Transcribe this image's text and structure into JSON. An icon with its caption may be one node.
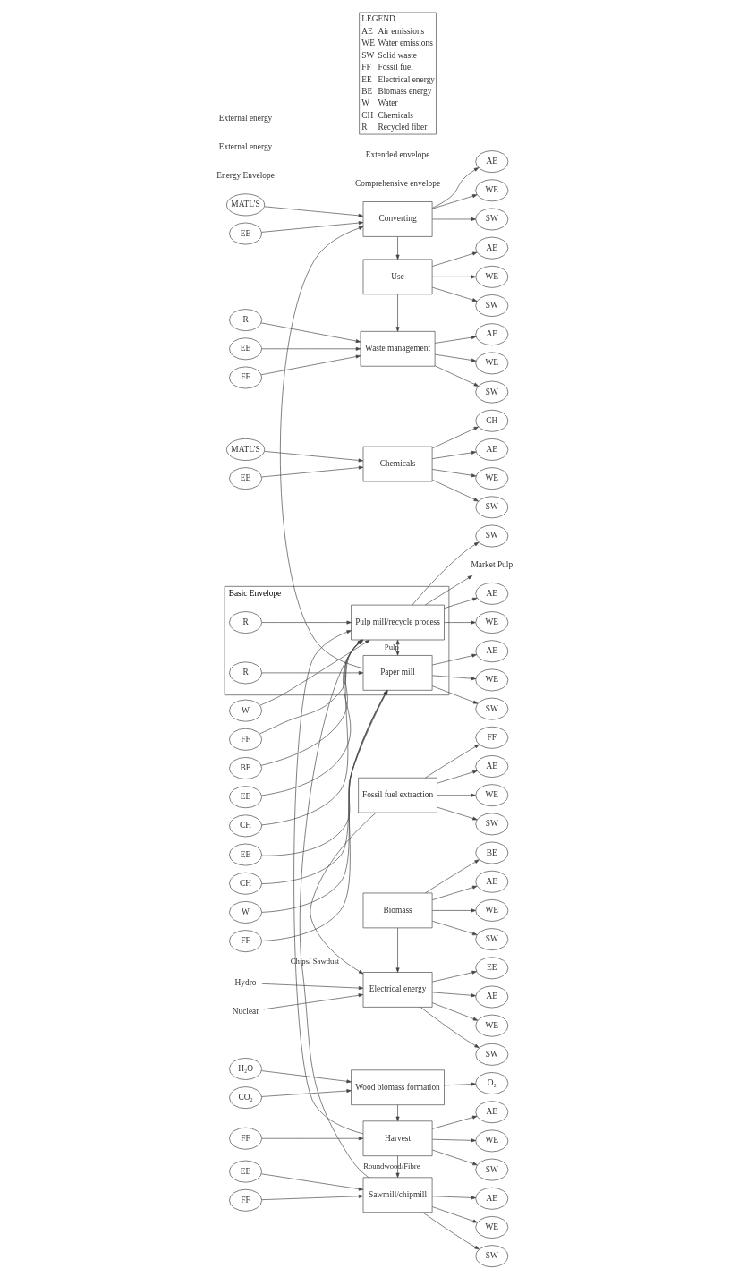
{
  "diagram": {
    "nodes": [
      {
        "text": [
          "CO₂"
        ]
      },
      {
        "text": [
          "H₂O"
        ]
      },
      {
        "text": [
          "Wood biomass formation"
        ]
      },
      {
        "text": [
          "O₂"
        ]
      },
      {
        "text": [
          "FF"
        ]
      },
      {
        "text": [
          "Harvest"
        ]
      },
      {
        "text": [
          "AE"
        ]
      },
      {
        "text": [
          "WE"
        ]
      },
      {
        "text": [
          "SW"
        ]
      },
      {
        "text": [
          "Fossil fuel extraction"
        ]
      },
      {
        "text": [
          "AE"
        ]
      },
      {
        "text": [
          "WE"
        ]
      },
      {
        "text": [
          "SW"
        ]
      },
      {
        "text": [
          "FF"
        ]
      },
      {
        "text": [
          "FF"
        ]
      },
      {
        "text": [
          "EE"
        ]
      },
      {
        "text": [
          "Sawmill/chipmill"
        ]
      },
      {
        "text": [
          "AE"
        ]
      },
      {
        "text": [
          "WE"
        ]
      },
      {
        "text": [
          "SW"
        ]
      },
      {
        "text": [
          "Nuclear"
        ]
      },
      {
        "text": [
          "Hydro"
        ]
      },
      {
        "text": [
          "Electrical energy"
        ]
      },
      {
        "text": [
          "AE"
        ]
      },
      {
        "text": [
          "WE"
        ]
      },
      {
        "text": [
          "SW"
        ]
      },
      {
        "text": [
          "EE"
        ]
      },
      {
        "text": [
          "Basic Envelope"
        ]
      },
      {
        "text": [
          "R"
        ],
        "in": 27
      },
      {
        "text": [
          "W"
        ]
      },
      {
        "text": [
          "FF"
        ]
      },
      {
        "text": [
          "BE"
        ]
      },
      {
        "text": [
          "EE"
        ]
      },
      {
        "text": [
          "CH"
        ]
      },
      {
        "text": [
          "Pulp mill/recycle process"
        ],
        "in": 27
      },
      {
        "text": [
          "AE"
        ]
      },
      {
        "text": [
          "WE"
        ]
      },
      {
        "text": [
          "SW"
        ]
      },
      {
        "text": [
          "Biomass"
        ]
      },
      {
        "text": [
          "AE"
        ]
      },
      {
        "text": [
          "WE"
        ]
      },
      {
        "text": [
          "SW"
        ]
      },
      {
        "text": [
          "BE"
        ]
      },
      {
        "text": [
          "R"
        ],
        "in": 27
      },
      {
        "text": [
          "Market Pulp"
        ]
      },
      {
        "text": [
          "FF"
        ]
      },
      {
        "text": [
          "EE"
        ]
      },
      {
        "text": [
          "CH"
        ]
      },
      {
        "text": [
          "W"
        ]
      },
      {
        "text": [
          "Paper mill"
        ],
        "in": 27
      },
      {
        "text": [
          "AE"
        ]
      },
      {
        "text": [
          "WE"
        ]
      },
      {
        "text": [
          "SW"
        ]
      },
      {
        "text": [
          "EE"
        ]
      },
      {
        "text": [
          "MATL'S"
        ]
      },
      {
        "text": [
          "Chemicals"
        ]
      },
      {
        "text": [
          "AE"
        ]
      },
      {
        "text": [
          "WE"
        ]
      },
      {
        "text": [
          "SW"
        ]
      },
      {
        "text": [
          "CH"
        ]
      },
      {
        "text": [
          "EE"
        ]
      },
      {
        "text": [
          "MATL'S"
        ]
      },
      {
        "text": [
          "Converting"
        ]
      },
      {
        "text": [
          "AE"
        ]
      },
      {
        "text": [
          "WE"
        ]
      },
      {
        "text": [
          "SW"
        ]
      },
      {
        "text": [
          "Use"
        ]
      },
      {
        "text": [
          "AE"
        ]
      },
      {
        "text": [
          "WE"
        ]
      },
      {
        "text": [
          "SW"
        ]
      },
      {
        "text": [
          "R"
        ]
      },
      {
        "text": [
          "EE"
        ]
      },
      {
        "text": [
          "FF"
        ]
      },
      {
        "text": [
          "Waste management"
        ]
      },
      {
        "text": [
          "AE"
        ]
      },
      {
        "text": [
          "WE"
        ]
      },
      {
        "text": [
          "SW"
        ]
      }
    ],
    "edges": [
      {
        "from": 0,
        "to": 2,
        "arrow": "to"
      },
      {
        "from": 1,
        "to": 2,
        "arrow": "to"
      },
      {
        "from": 2,
        "to": 3,
        "arrow": "to"
      },
      {
        "from": 2,
        "to": 5,
        "arrow": "to"
      },
      {
        "from": 4,
        "to": 5,
        "arrow": "to"
      },
      {
        "from": 5,
        "to": 6,
        "arrow": "to"
      },
      {
        "from": 5,
        "to": 7,
        "arrow": "to"
      },
      {
        "from": 5,
        "to": 8,
        "arrow": "to"
      },
      {
        "from": 9,
        "to": 10,
        "arrow": "to"
      },
      {
        "from": 9,
        "to": 11,
        "arrow": "to"
      },
      {
        "from": 9,
        "to": 12,
        "arrow": "to"
      },
      {
        "from": 9,
        "to": 13,
        "arrow": "to"
      },
      {
        "from": 9,
        "to": 22,
        "arrow": "to"
      },
      {
        "from": 5,
        "to": 16,
        "arrow": "to",
        "label": "Roundwood/Fibre"
      },
      {
        "from": 5,
        "to": 34,
        "arrow": "to"
      },
      {
        "from": 14,
        "to": 16,
        "arrow": "to"
      },
      {
        "from": 15,
        "to": 16,
        "arrow": "to"
      },
      {
        "from": 16,
        "to": 17,
        "arrow": "to"
      },
      {
        "from": 16,
        "to": 18,
        "arrow": "to"
      },
      {
        "from": 16,
        "to": 19,
        "arrow": "to"
      },
      {
        "from": 16,
        "to": 34,
        "arrow": "to",
        "label": "Chips/ Sawdust"
      },
      {
        "from": 20,
        "to": 22,
        "arrow": "to"
      },
      {
        "from": 21,
        "to": 22,
        "arrow": "to"
      },
      {
        "from": 22,
        "to": 23,
        "arrow": "to"
      },
      {
        "from": 22,
        "to": 24,
        "arrow": "to"
      },
      {
        "from": 22,
        "to": 25,
        "arrow": "to"
      },
      {
        "from": 22,
        "to": 26,
        "arrow": "to"
      },
      {
        "from": 38,
        "to": 22,
        "arrow": "to"
      },
      {
        "from": 28,
        "to": 34,
        "arrow": "to"
      },
      {
        "from": 29,
        "to": 34,
        "arrow": "to"
      },
      {
        "from": 30,
        "to": 34,
        "arrow": "to"
      },
      {
        "from": 31,
        "to": 34,
        "arrow": "to"
      },
      {
        "from": 32,
        "to": 34,
        "arrow": "to"
      },
      {
        "from": 33,
        "to": 34,
        "arrow": "to"
      },
      {
        "from": 34,
        "to": 35,
        "arrow": "to"
      },
      {
        "from": 34,
        "to": 36,
        "arrow": "to"
      },
      {
        "from": 34,
        "to": 37,
        "arrow": "to"
      },
      {
        "from": 38,
        "to": 39,
        "arrow": "to"
      },
      {
        "from": 38,
        "to": 40,
        "arrow": "to"
      },
      {
        "from": 38,
        "to": 41,
        "arrow": "to"
      },
      {
        "from": 38,
        "to": 42,
        "arrow": "to"
      },
      {
        "from": 34,
        "to": 49,
        "arrow": "both",
        "label": "Pulp"
      },
      {
        "from": 34,
        "to": 44,
        "arrow": "to"
      },
      {
        "from": 43,
        "to": 49,
        "arrow": "to"
      },
      {
        "from": 45,
        "to": 49,
        "arrow": "to"
      },
      {
        "from": 46,
        "to": 49,
        "arrow": "to"
      },
      {
        "from": 47,
        "to": 49,
        "arrow": "to"
      },
      {
        "from": 48,
        "to": 49,
        "arrow": "to"
      },
      {
        "from": 49,
        "to": 50,
        "arrow": "to"
      },
      {
        "from": 49,
        "to": 51,
        "arrow": "to"
      },
      {
        "from": 49,
        "to": 52,
        "arrow": "to"
      },
      {
        "from": 49,
        "to": 62,
        "arrow": "to"
      },
      {
        "from": 53,
        "to": 55,
        "arrow": "to"
      },
      {
        "from": 54,
        "to": 55,
        "arrow": "to"
      },
      {
        "from": 55,
        "to": 56,
        "arrow": "to"
      },
      {
        "from": 55,
        "to": 57,
        "arrow": "to"
      },
      {
        "from": 55,
        "to": 58,
        "arrow": "to"
      },
      {
        "from": 55,
        "to": 59,
        "arrow": "to"
      },
      {
        "from": 60,
        "to": 62,
        "arrow": "to"
      },
      {
        "from": 61,
        "to": 62,
        "arrow": "to"
      },
      {
        "from": 62,
        "to": 63,
        "arrow": "to"
      },
      {
        "from": 62,
        "to": 64,
        "arrow": "to"
      },
      {
        "from": 62,
        "to": 65,
        "arrow": "to"
      },
      {
        "from": 62,
        "to": 66,
        "arrow": "to"
      },
      {
        "from": 66,
        "to": 67,
        "arrow": "to"
      },
      {
        "from": 66,
        "to": 68,
        "arrow": "to"
      },
      {
        "from": 66,
        "to": 69,
        "arrow": "to"
      },
      {
        "from": 66,
        "to": 73,
        "arrow": "to"
      },
      {
        "from": 70,
        "to": 73,
        "arrow": "to"
      },
      {
        "from": 71,
        "to": 73,
        "arrow": "to"
      },
      {
        "from": 72,
        "to": 73,
        "arrow": "to"
      },
      {
        "from": 73,
        "to": 74,
        "arrow": "to"
      },
      {
        "from": 73,
        "to": 75,
        "arrow": "to"
      },
      {
        "from": 73,
        "to": 76,
        "arrow": "to"
      }
    ],
    "labels": [
      "Comprehensive envelope",
      "Extended envelope",
      "Energy Envelope",
      "External energy",
      "External energy",
      "LEGEND",
      "AE",
      "Air emissions",
      "WE",
      "Water emissions",
      "SW",
      "Solid waste",
      "FF",
      "Fossil fuel",
      "EE",
      "Electrical energy",
      "BE",
      "Biomass energy",
      "W",
      "Water",
      "CH",
      "Chemicals",
      "R",
      "Recycled fiber"
    ]
  }
}
